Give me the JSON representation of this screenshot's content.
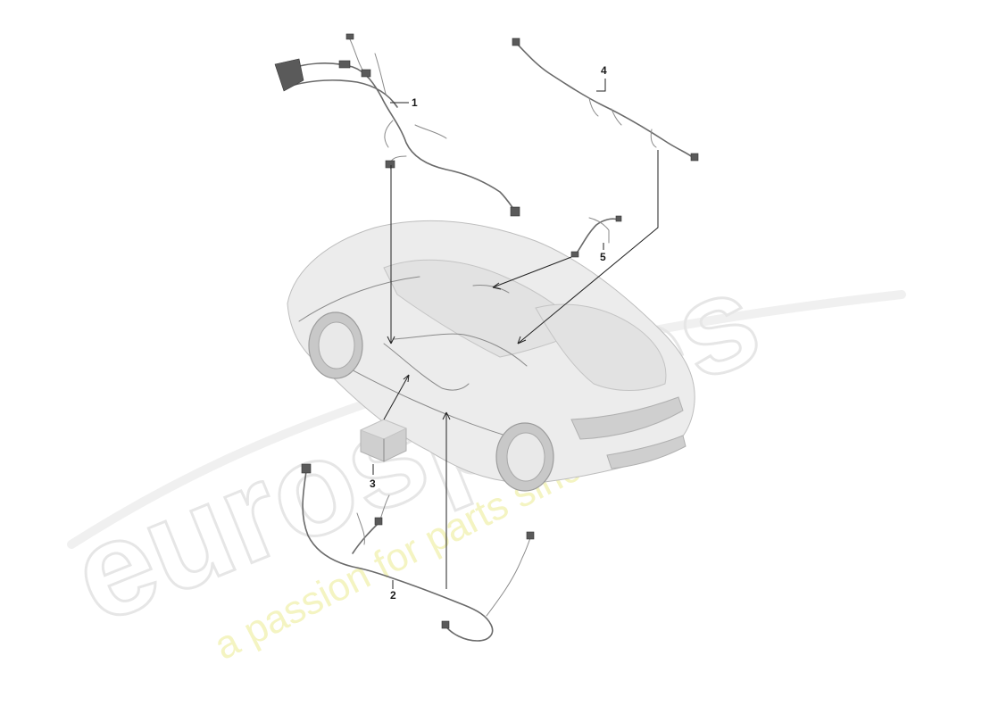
{
  "watermark": {
    "logo_text": "eurospares",
    "tagline": "a passion for parts since 1985"
  },
  "callouts": [
    {
      "id": "1",
      "label": "1"
    },
    {
      "id": "2",
      "label": "2"
    },
    {
      "id": "3",
      "label": "3"
    },
    {
      "id": "4",
      "label": "4"
    },
    {
      "id": "5",
      "label": "5"
    }
  ],
  "colors": {
    "watermark_logo": "#e6e6e6",
    "watermark_tagline": "#f4f4c2",
    "line_art": "#6a6a6a",
    "callout_text": "#1a1a1a"
  }
}
